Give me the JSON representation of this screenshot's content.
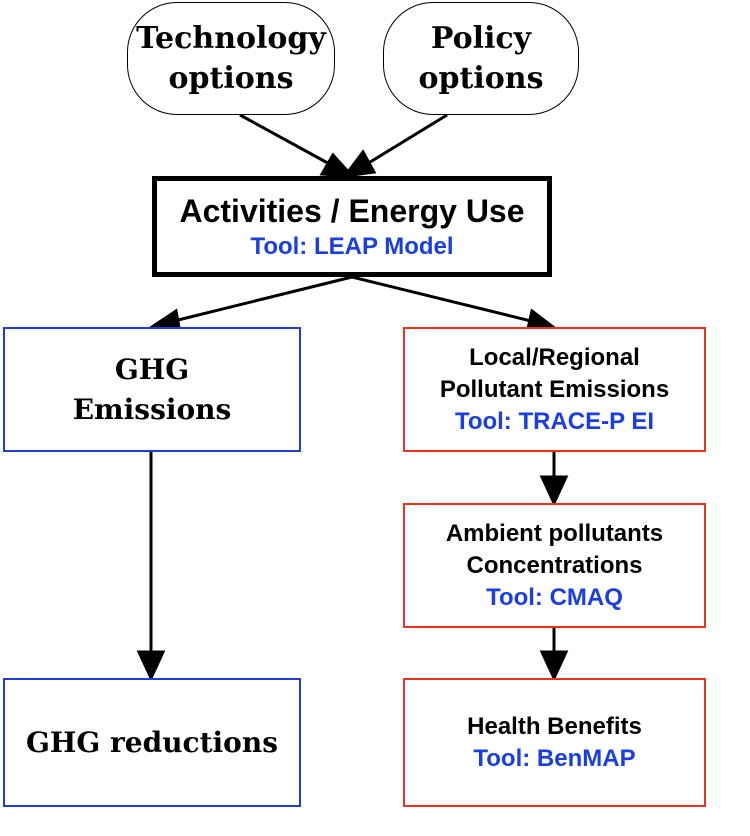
{
  "nodes": {
    "technology": {
      "line1": "Technology",
      "line2": "options"
    },
    "policy": {
      "line1": "Policy",
      "line2": "options"
    },
    "activities": {
      "title": "Activities / Energy Use",
      "tool": "Tool: LEAP Model"
    },
    "ghg_emissions": {
      "line1": "GHG",
      "line2": "Emissions"
    },
    "local_regional": {
      "line1": "Local/Regional",
      "line2": "Pollutant Emissions",
      "tool": "Tool: TRACE-P EI"
    },
    "ambient": {
      "line1": "Ambient pollutants",
      "line2": "Concentrations",
      "tool": "Tool: CMAQ"
    },
    "ghg_reductions": {
      "line1": "GHG reductions"
    },
    "health": {
      "line1": "Health Benefits",
      "tool": "Tool: BenMAP"
    }
  },
  "colors": {
    "black": "#000000",
    "blue_border": "#1f3fd4",
    "red_border": "#e8341c",
    "tool_text": "#1a3ee6"
  }
}
